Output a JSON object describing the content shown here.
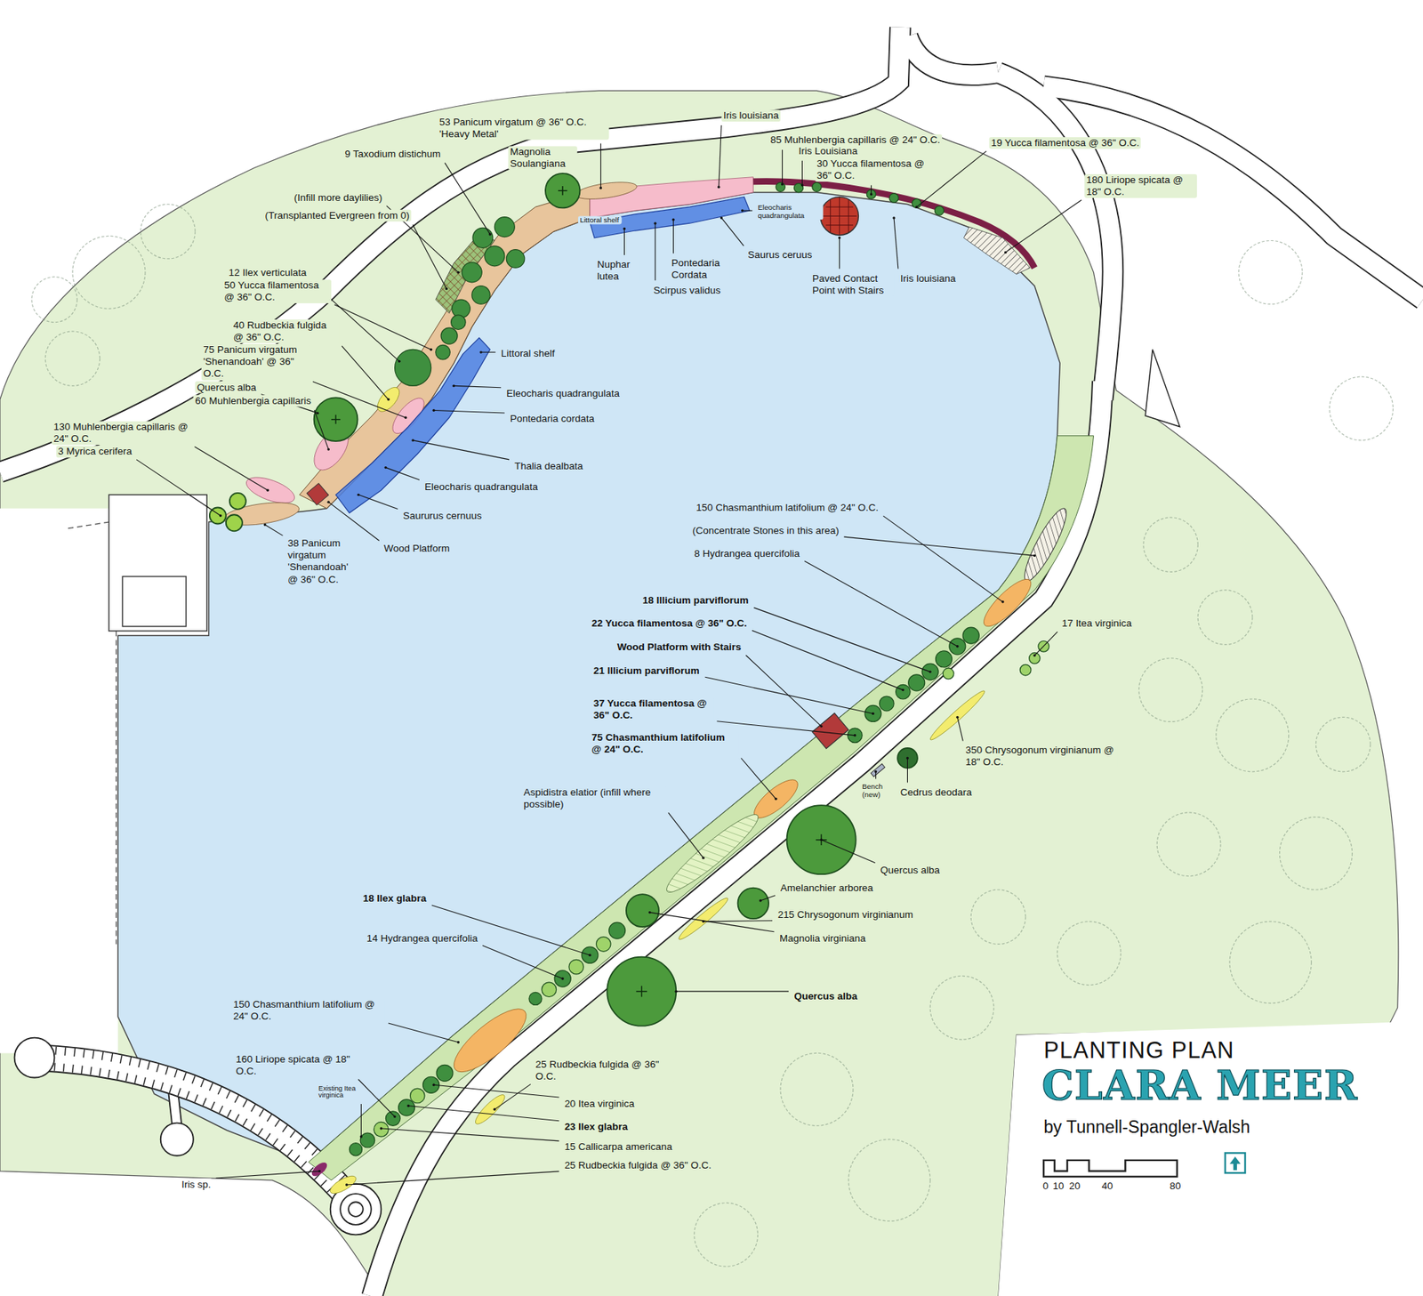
{
  "diagram": {
    "title": "PLANTING PLAN",
    "labels": [
      "9 Taxodium distichum",
      "53 Panicum virgatum @ 36\" O.C. 'Heavy Metal'",
      "Magnolia Soulangiana",
      "Iris louisiana",
      "85 Muhlenbergia capillaris @ 24\" O.C.",
      "Iris Louisiana",
      "30 Yucca filamentosa @ 36\" O.C.",
      "19 Yucca filamentosa @ 36\" O.C.",
      "180 Liriope spicata @ 18\" O.C.",
      "(Infill more daylilies)",
      "(Transplanted Evergreen from 0)",
      "Littoral shelf",
      "Nuphar lutea",
      "Pontedaria Cordata",
      "Scirpus validus",
      "Saurus ceruus",
      "Eleocharis quadrangulata",
      "Paved Contact Point with Stairs",
      "Iris louisiana",
      "12 Ilex verticulata",
      "50 Yucca filamentosa @ 36\" O.C.",
      "40 Rudbeckia fulgida @ 36\" O.C.",
      "75 Panicum virgatum 'Shenandoah' @ 36\" O.C.",
      "Quercus alba",
      "60 Muhlenbergia capillaris",
      "130 Muhlenbergia capillaris @ 24\" O.C.",
      "3 Myrica cerifera",
      "Littoral shelf",
      "Eleocharis quadrangulata",
      "Pontedaria cordata",
      "Thalia dealbata",
      "Eleocharis quadrangulata",
      "Saururus cernuus",
      "Wood Platform",
      "38 Panicum virgatum 'Shenandoah' @ 36\" O.C.",
      "150 Chasmanthium latifolium @ 24\" O.C.",
      "(Concentrate Stones in this area)",
      "8 Hydrangea quercifolia",
      "18 Illicium parviflorum",
      "22 Yucca filamentosa @ 36\" O.C.",
      "Wood Platform with Stairs",
      "21 Illicium parviflorum",
      "17 Itea virginica",
      "37 Yucca filamentosa @ 36\" O.C.",
      "75 Chasmanthium latifolium @ 24\" O.C.",
      "350 Chrysogonum virginianum @ 18\" O.C.",
      "Aspidistra elatior (infill where possible)",
      "Bench (new)",
      "Cedrus deodara",
      "Quercus alba",
      "Amelanchier arborea",
      "215 Chrysogonum virginianum",
      "Magnolia virginiana",
      "18 Ilex glabra",
      "14 Hydrangea quercifolia",
      "Quercus alba",
      "150 Chasmanthium latifolium @ 24\" O.C.",
      "160 Liriope spicata @ 18\" O.C.",
      "Existing Itea virginica",
      "25 Rudbeckia fulgida @ 36\" O.C.",
      "20 Itea virginica",
      "23 Ilex glabra",
      "15 Callicarpa americana",
      "25 Rudbeckia fulgida @ 36\" O.C.",
      "Iris sp.",
      "CLARA MEER",
      "by Tunnell-Spangler-Walsh",
      "0",
      "10",
      "20",
      "40",
      "80"
    ]
  }
}
